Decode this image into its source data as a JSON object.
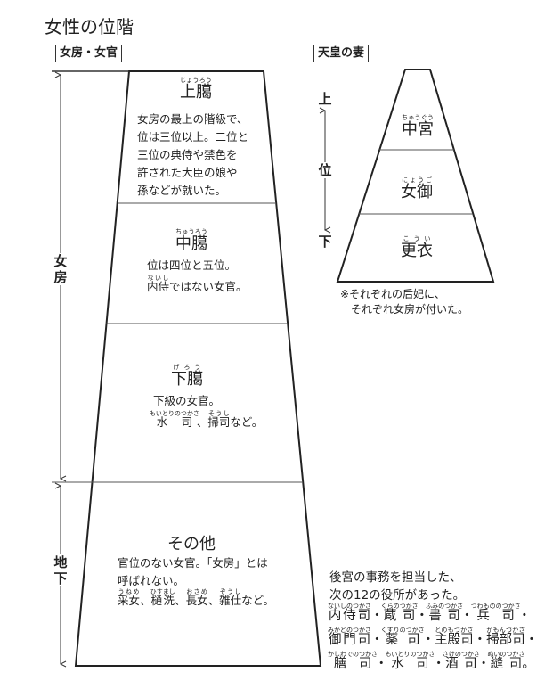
{
  "title": "女性の位階",
  "left_label": "女房・女官",
  "right_label": "天皇の妻",
  "axis_left": {
    "upper": "女房",
    "lower": "地下"
  },
  "axis_right": {
    "top": "上",
    "middle": "位",
    "bottom": "下"
  },
  "levels": [
    {
      "name": "上臈",
      "reading": "じょうろう",
      "desc": "女房の最上の階級で、\n位は三位以上。二位と\n三位の典侍や禁色を\n許された大臣の娘や\n孫などが就いた。"
    },
    {
      "name": "中臈",
      "reading": "ちゅうろう",
      "desc1": "位は四位と五位。",
      "desc2_ruby": "内侍",
      "desc2_ruby_reading": "ないし",
      "desc2_rest": "ではない女官。"
    },
    {
      "name": "下臈",
      "reading": "げろう",
      "desc1": "下級の女官。",
      "r1": "水司",
      "r1_reading": "もいとりのつかさ",
      "sep": "、",
      "r2": "掃司",
      "r2_reading": "そうし",
      "rest": "など。"
    },
    {
      "name": "その他",
      "desc": "官位のない女官。「女房」とは\n呼ばれない。",
      "items": [
        {
          "t": "采女",
          "r": "うねめ"
        },
        {
          "t": "、"
        },
        {
          "t": "樋洗",
          "r": "ひすまし"
        },
        {
          "t": "、"
        },
        {
          "t": "長女",
          "r": "おさめ"
        },
        {
          "t": "、"
        },
        {
          "t": "雑仕",
          "r": "ぞうし"
        },
        {
          "t": "など。"
        }
      ]
    }
  ],
  "consorts": [
    {
      "name": "中宮",
      "reading": "ちゅうぐう"
    },
    {
      "name": "女御",
      "reading": "にょうご"
    },
    {
      "name": "更衣",
      "reading": "こうい"
    }
  ],
  "consort_note": "※それぞれの后妃に、\n　それぞれ女房が付いた。",
  "offices_intro": "後宮の事務を担当した、\n次の12の役所があった。",
  "offices": [
    [
      {
        "t": "内侍司",
        "r": "ないしのつかさ"
      },
      {
        "t": "・"
      },
      {
        "t": "蔵司",
        "r": "くらのつかさ"
      },
      {
        "t": "・"
      },
      {
        "t": "書司",
        "r": "ふみのつかさ"
      },
      {
        "t": "・"
      },
      {
        "t": "兵司",
        "r": "つわもののつかさ"
      },
      {
        "t": "・"
      }
    ],
    [
      {
        "t": "御門司",
        "r": "みかどのつかさ"
      },
      {
        "t": "・"
      },
      {
        "t": "薬司",
        "r": "くすりのつかさ"
      },
      {
        "t": "・"
      },
      {
        "t": "主殿司",
        "r": "とのもづかさ"
      },
      {
        "t": "・"
      },
      {
        "t": "掃部司",
        "r": "かもんづかさ"
      },
      {
        "t": "・"
      }
    ],
    [
      {
        "t": "膳司",
        "r": "かしわでのつかさ"
      },
      {
        "t": "・"
      },
      {
        "t": "水司",
        "r": "もいとりのつかさ"
      },
      {
        "t": "・"
      },
      {
        "t": "酒司",
        "r": "さけのつかさ"
      },
      {
        "t": "・"
      },
      {
        "t": "縫司",
        "r": "ぬいのつかさ"
      },
      {
        "t": "。"
      }
    ]
  ]
}
